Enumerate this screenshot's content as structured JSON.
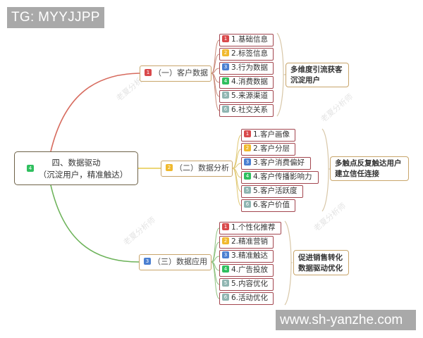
{
  "watermarks": {
    "top_left": "TG: MYYJJPP",
    "bottom_right": "www.sh-yanzhe.com",
    "faint": "老夏分析师"
  },
  "colors": {
    "badge_1": "#d9494b",
    "badge_2": "#f0b92e",
    "badge_3": "#4a7fd1",
    "badge_4": "#2fbf5e",
    "badge_5": "#8fb5b1",
    "badge_6": "#8fb5b1",
    "branch_1_line": "#d76b5e",
    "branch_2_line": "#e5c84a",
    "branch_3_line": "#6db35a",
    "leaf_border": "#a3464f",
    "branch_border": "#c8a56b"
  },
  "root": {
    "badge": "4",
    "title": "四、数据驱动",
    "subtitle": "（沉淀用户，精准触达）"
  },
  "branches": [
    {
      "badge": "1",
      "label": "（一）客户数据",
      "items": [
        {
          "badge": "1",
          "label": "1.基础信息"
        },
        {
          "badge": "2",
          "label": "2.标签信息"
        },
        {
          "badge": "3",
          "label": "3.行为数据"
        },
        {
          "badge": "4",
          "label": "4.消费数据"
        },
        {
          "badge": "5",
          "label": "5.来源渠道"
        },
        {
          "badge": "6",
          "label": "6.社交关系"
        }
      ],
      "summary": [
        "多维度引流获客",
        "沉淀用户"
      ]
    },
    {
      "badge": "2",
      "label": "（二）数据分析",
      "items": [
        {
          "badge": "1",
          "label": "1.客户画像"
        },
        {
          "badge": "2",
          "label": "2.客户分层"
        },
        {
          "badge": "3",
          "label": "3.客户消费偏好"
        },
        {
          "badge": "4",
          "label": "4.客户传播影响力"
        },
        {
          "badge": "5",
          "label": "5.客户活跃度"
        },
        {
          "badge": "6",
          "label": "6.客户价值"
        }
      ],
      "summary": [
        "多触点反复触达用户",
        "建立信任连接"
      ]
    },
    {
      "badge": "3",
      "label": "（三）数据应用",
      "items": [
        {
          "badge": "1",
          "label": "1.个性化推荐"
        },
        {
          "badge": "2",
          "label": "2.精准营销"
        },
        {
          "badge": "3",
          "label": "3.精准触达"
        },
        {
          "badge": "4",
          "label": "4.广告投放"
        },
        {
          "badge": "5",
          "label": "5.内容优化"
        },
        {
          "badge": "6",
          "label": "6.活动优化"
        }
      ],
      "summary": [
        "促进销售转化",
        "数据驱动优化"
      ]
    }
  ]
}
